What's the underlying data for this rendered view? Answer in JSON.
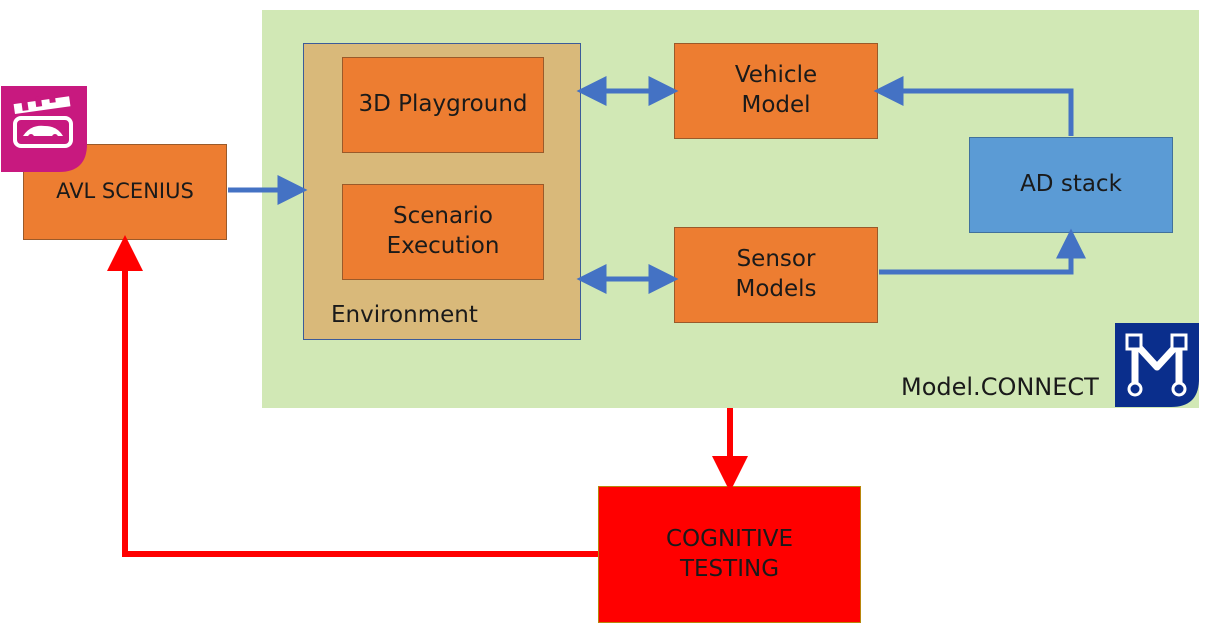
{
  "colors": {
    "green_bg": "#D1E8B5",
    "environment_bg": "#D9B97A",
    "environment_border": "#3B5B9A",
    "orange": "#ED7D31",
    "blue": "#5B9BD5",
    "red": "#FF0000",
    "arrow_blue": "#4472C4",
    "arrow_red": "#FF0000"
  },
  "nodes": {
    "avl_scenius": "AVL SCENIUS",
    "playground": "3D Playground",
    "scenario_line1": "Scenario",
    "scenario_line2": "Execution",
    "environment": "Environment",
    "vehicle_line1": "Vehicle",
    "vehicle_line2": "Model",
    "sensor_line1": "Sensor",
    "sensor_line2": "Models",
    "ad_stack": "AD stack",
    "model_connect": "Model.CONNECT",
    "cognitive_line1": "COGNITIVE",
    "cognitive_line2": "TESTING"
  },
  "icons": {
    "scenius_logo": "clapperboard-car-icon",
    "model_connect_logo": "model-connect-m-icon"
  }
}
